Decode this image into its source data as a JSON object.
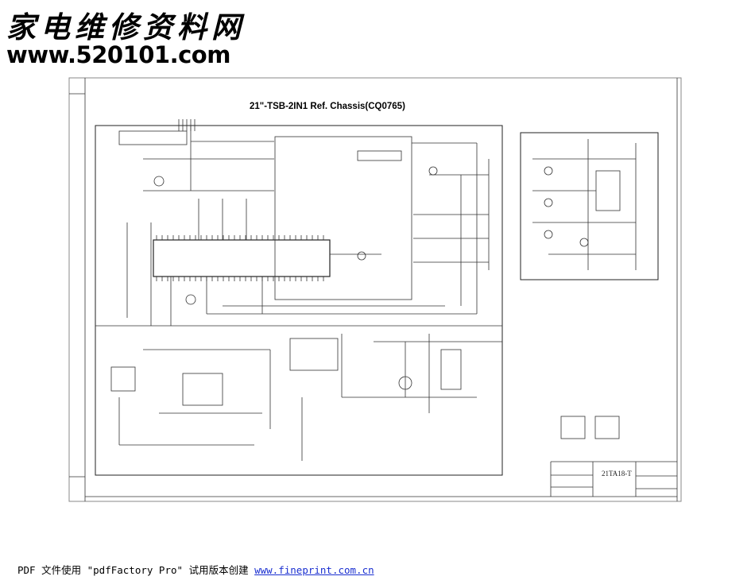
{
  "header": {
    "site_name_cn": "家电维修资料网",
    "site_url": "www.520101.com"
  },
  "schematic": {
    "title": "21\"-TSB-2IN1 Ref. Chassis(CQ0765)",
    "model_number": "21TA18-T"
  },
  "footer": {
    "text": "PDF 文件使用 \"pdfFactory Pro\" 试用版本创建",
    "link": "www.fineprint.com.cn",
    "link_color": "#1a2fd0"
  }
}
